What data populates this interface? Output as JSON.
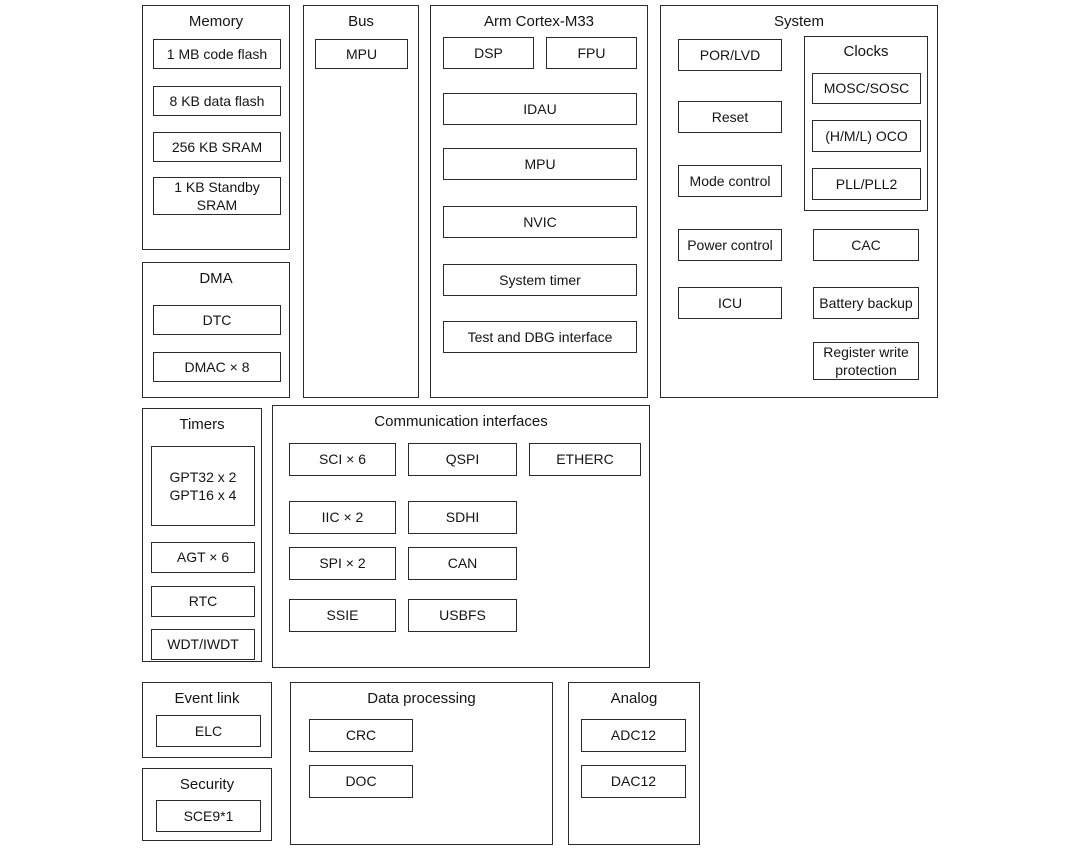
{
  "groups": {
    "memory": {
      "title": "Memory",
      "items": [
        "1 MB code flash",
        "8 KB data flash",
        "256 KB SRAM",
        "1 KB Standby\nSRAM"
      ]
    },
    "dma": {
      "title": "DMA",
      "items": [
        "DTC",
        "DMAC × 8"
      ]
    },
    "bus": {
      "title": "Bus",
      "items": [
        "MPU"
      ]
    },
    "cortex": {
      "title": "Arm Cortex-M33",
      "items": [
        "DSP",
        "FPU",
        "IDAU",
        "MPU",
        "NVIC",
        "System timer",
        "Test and DBG interface"
      ]
    },
    "system": {
      "title": "System",
      "left_items": [
        "POR/LVD",
        "Reset",
        "Mode control",
        "Power control",
        "ICU"
      ],
      "clocks": {
        "title": "Clocks",
        "items": [
          "MOSC/SOSC",
          "(H/M/L) OCO",
          "PLL/PLL2"
        ]
      },
      "right_items": [
        "CAC",
        "Battery backup",
        "Register write\nprotection"
      ]
    },
    "timers": {
      "title": "Timers",
      "items": [
        "GPT32 x 2\nGPT16 x 4",
        "AGT × 6",
        "RTC",
        "WDT/IWDT"
      ]
    },
    "comm": {
      "title": "Communication interfaces",
      "items": [
        "SCI × 6",
        "QSPI",
        "ETHERC",
        "IIC × 2",
        "SDHI",
        "SPI × 2",
        "CAN",
        "SSIE",
        "USBFS"
      ]
    },
    "event_link": {
      "title": "Event link",
      "items": [
        "ELC"
      ]
    },
    "security": {
      "title": "Security",
      "items": [
        "SCE9*1"
      ]
    },
    "data_processing": {
      "title": "Data processing",
      "items": [
        "CRC",
        "DOC"
      ]
    },
    "analog": {
      "title": "Analog",
      "items": [
        "ADC12",
        "DAC12"
      ]
    }
  }
}
